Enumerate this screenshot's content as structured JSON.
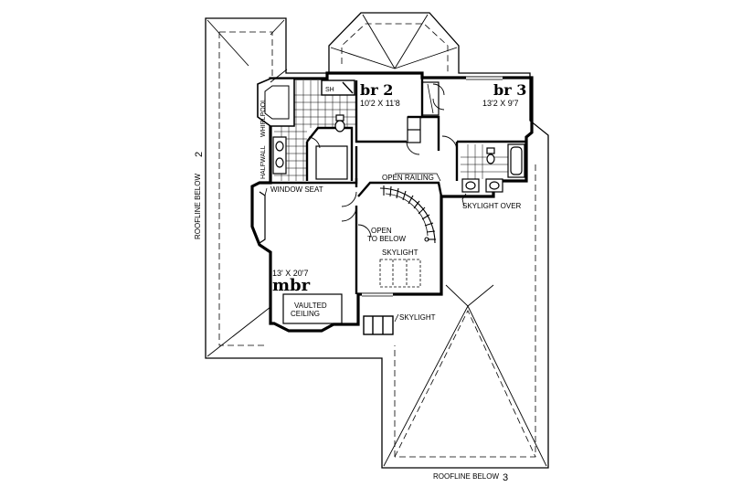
{
  "labels": {
    "br2_name": "br 2",
    "br2_dim": "10'2 X 11'8",
    "br3_name": "br 3",
    "br3_dim": "13'2 X 9'7",
    "mbr_name": "mbr",
    "mbr_dim": "13' X 20'7",
    "whirlpool": "WHIRLPOOL",
    "halfwall": "HALFWALL",
    "shower": "SH",
    "window_seat": "WINDOW SEAT",
    "open_railing": "OPEN RAILING",
    "skylight_over": "SKYLIGHT OVER",
    "open_to_below_1": "OPEN",
    "open_to_below_2": "TO BELOW",
    "skylight_stair": "SKYLIGHT",
    "skylight_roof": "SKYLIGHT",
    "vaulted_1": "VAULTED",
    "vaulted_2": "CEILING",
    "roofline_left": "ROOFLINE BELOW",
    "roofline_left_mark": "2",
    "roofline_bottom": "ROOFLINE BELOW",
    "roofline_bottom_mark": "3"
  }
}
